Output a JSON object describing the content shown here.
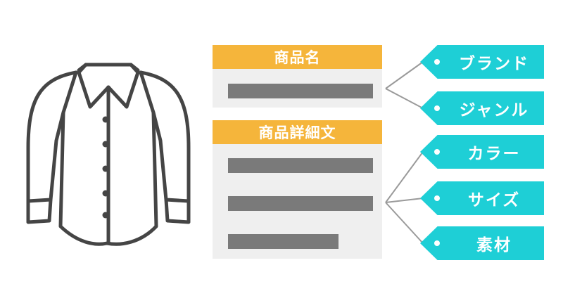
{
  "product_card": {
    "name_header": "商品名",
    "detail_header": "商品詳細文"
  },
  "tags": [
    {
      "label": "ブランド"
    },
    {
      "label": "ジャンル"
    },
    {
      "label": "カラー"
    },
    {
      "label": "サイズ"
    },
    {
      "label": "素材"
    }
  ],
  "colors": {
    "header": "#f5b53b",
    "tag": "#1ecfd6",
    "card_bg": "#efefef",
    "text_bar": "#7a7a7a",
    "connector": "#9a9a9a",
    "shirt_outline": "#454545"
  },
  "icons": {
    "shirt": "long-sleeve-shirt-icon"
  }
}
